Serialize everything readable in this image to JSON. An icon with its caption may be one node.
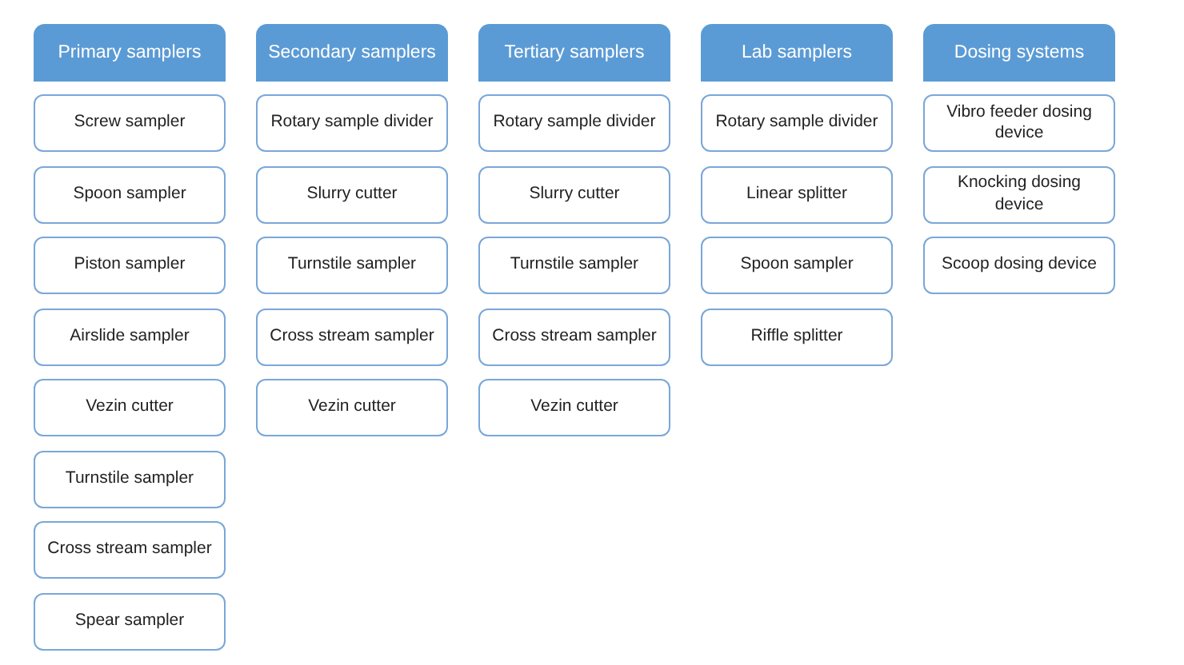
{
  "diagram": {
    "nodes": [
      {
        "text": [
          "Primary samplers"
        ]
      },
      {
        "text": [
          "Screw sampler"
        ]
      },
      {
        "text": [
          "Spoon sampler"
        ]
      },
      {
        "text": [
          "Piston sampler"
        ]
      },
      {
        "text": [
          "Airslide sampler"
        ]
      },
      {
        "text": [
          "Vezin cutter"
        ]
      },
      {
        "text": [
          "Turnstile sampler"
        ]
      },
      {
        "text": [
          "Cross stream sampler"
        ]
      },
      {
        "text": [
          "Spear sampler"
        ]
      },
      {
        "text": [
          "Secondary samplers"
        ]
      },
      {
        "text": [
          "Rotary sample divider"
        ]
      },
      {
        "text": [
          "Slurry cutter"
        ]
      },
      {
        "text": [
          "Turnstile sampler"
        ]
      },
      {
        "text": [
          "Cross stream sampler"
        ]
      },
      {
        "text": [
          "Vezin cutter"
        ]
      },
      {
        "text": [
          "Tertiary samplers"
        ]
      },
      {
        "text": [
          "Rotary sample divider"
        ]
      },
      {
        "text": [
          "Slurry cutter"
        ]
      },
      {
        "text": [
          "Turnstile sampler"
        ]
      },
      {
        "text": [
          "Cross stream sampler"
        ]
      },
      {
        "text": [
          "Vezin cutter"
        ]
      },
      {
        "text": [
          "Lab samplers"
        ]
      },
      {
        "text": [
          "Rotary sample divider"
        ]
      },
      {
        "text": [
          "Linear splitter"
        ]
      },
      {
        "text": [
          "Spoon sampler"
        ]
      },
      {
        "text": [
          "Riffle splitter"
        ]
      },
      {
        "text": [
          "Dosing systems"
        ]
      },
      {
        "text": [
          "Vibro feeder dosing device"
        ]
      },
      {
        "text": [
          "Knocking dosing device"
        ]
      },
      {
        "text": [
          "Scoop dosing device"
        ]
      }
    ],
    "edges": []
  }
}
